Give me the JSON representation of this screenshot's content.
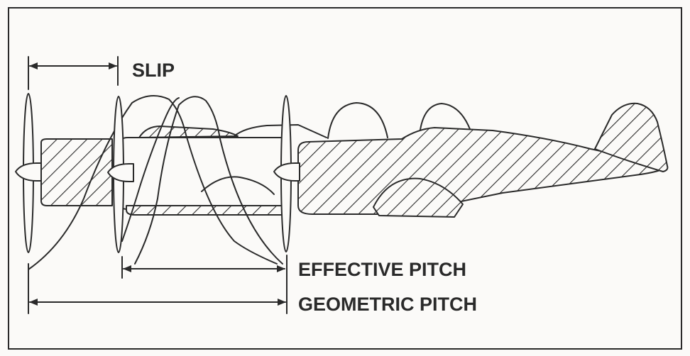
{
  "labels": {
    "slip": "SLIP",
    "effective_pitch": "EFFECTIVE PITCH",
    "geometric_pitch": "GEOMETRIC PITCH"
  },
  "colors": {
    "ink": "#2a2a2a",
    "paper": "#fbfaf8"
  }
}
